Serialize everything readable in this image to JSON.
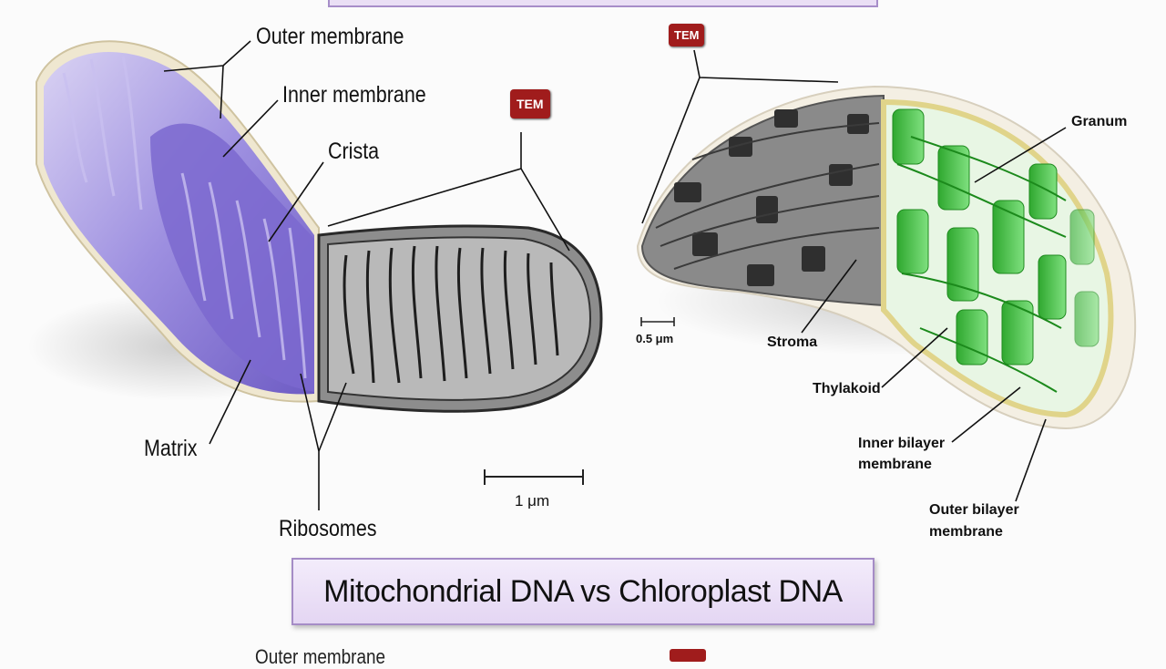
{
  "mitochondrion": {
    "outer_membrane": "Outer membrane",
    "inner_membrane": "Inner membrane",
    "crista": "Crista",
    "matrix": "Matrix",
    "ribosomes": "Ribosomes",
    "tem": "TEM",
    "scale": "1 μm"
  },
  "chloroplast": {
    "tem": "TEM",
    "granum": "Granum",
    "stroma": "Stroma",
    "thylakoid": "Thylakoid",
    "inner_bilayer_1": "Inner bilayer",
    "inner_bilayer_2": "membrane",
    "outer_bilayer_1": "Outer bilayer",
    "outer_bilayer_2": "membrane",
    "scale": "0.5 μm"
  },
  "title": "Mitochondrial DNA vs Chloroplast DNA",
  "cut_off_text": "Outer membrane",
  "colors": {
    "mito_purple": "#8f7fd6",
    "chloro_green": "#3fbf3f",
    "badge_red": "#a01c1c",
    "title_border": "#a58cc6"
  }
}
